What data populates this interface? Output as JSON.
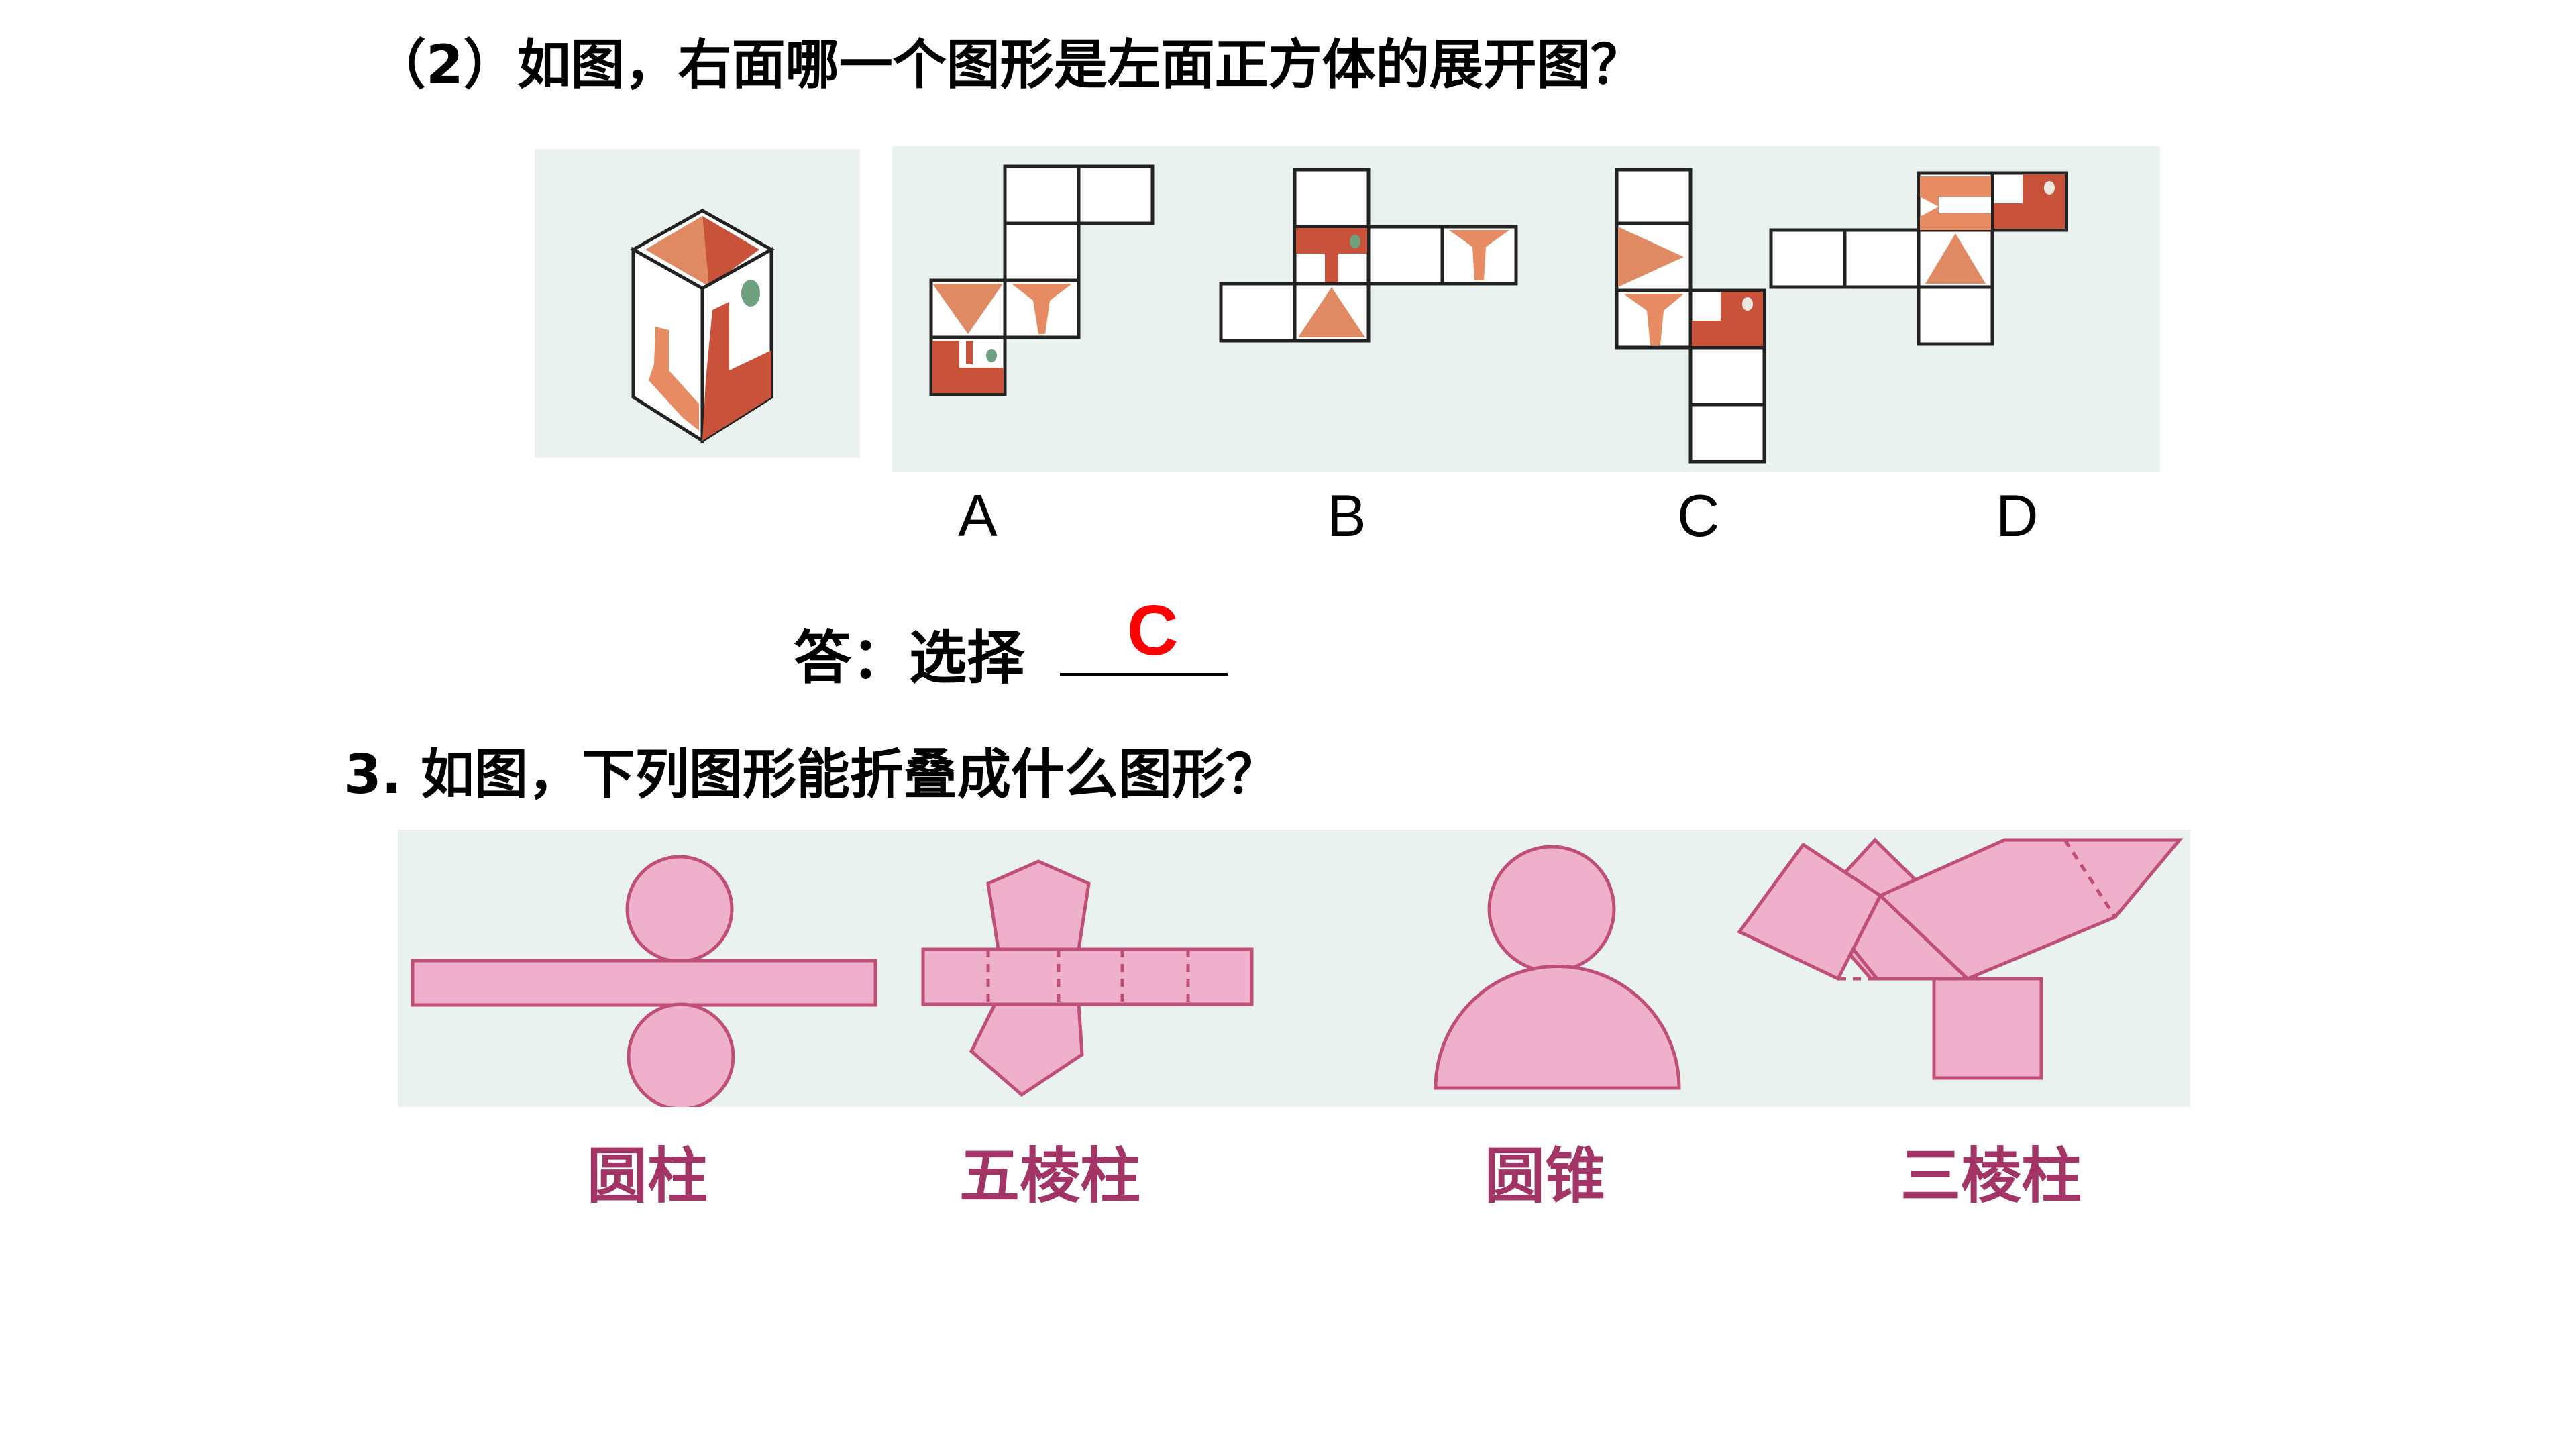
{
  "question2": {
    "text": "（2）如图，右面哪一个图形是左面正方体的展开图？"
  },
  "options": [
    {
      "label": "A"
    },
    {
      "label": "B"
    },
    {
      "label": "C"
    },
    {
      "label": "D"
    }
  ],
  "answer": {
    "prefix": "答：选择",
    "value": "C"
  },
  "question3": {
    "text": "3. 如图，下列图形能折叠成什么图形？"
  },
  "shapes": [
    {
      "label": "圆柱"
    },
    {
      "label": "五棱柱"
    },
    {
      "label": "圆锥"
    },
    {
      "label": "三棱柱"
    }
  ],
  "colors": {
    "panel_bg": "#eaf2ef",
    "dark_red": "#c8533a",
    "light_orange": "#e78b63",
    "pink_fill": "#eeb0ca",
    "pink_stroke": "#c04f78",
    "answer_red": "#ff0000",
    "label_maroon": "#a33466"
  }
}
